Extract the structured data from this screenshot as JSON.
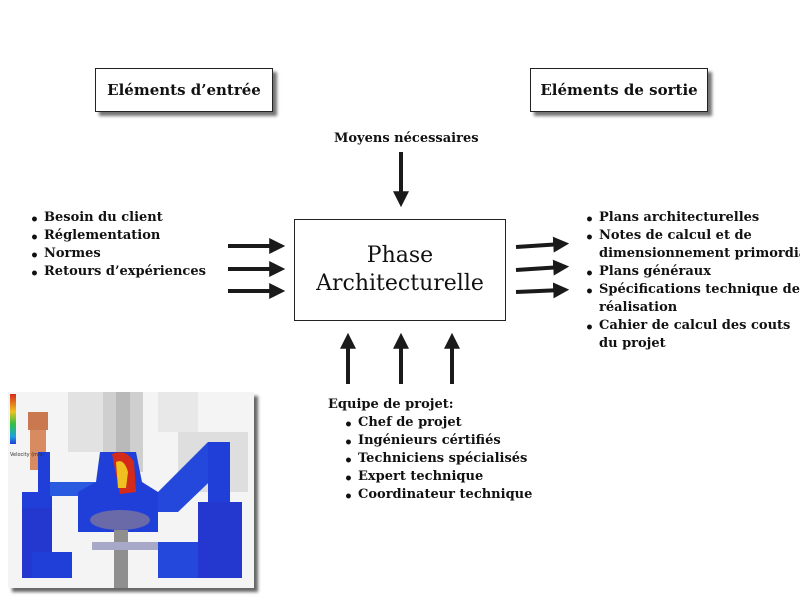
{
  "header": {
    "inputs_title": "Eléments d’entrée",
    "outputs_title": "Eléments de sortie"
  },
  "center": {
    "line1": "Phase",
    "line2": "Architecturelle"
  },
  "means_label": "Moyens nécessaires",
  "inputs": [
    "Besoin du client",
    "Réglementation",
    "Normes",
    "Retours d’expériences"
  ],
  "outputs": [
    {
      "line1": "Plans architecturelles",
      "line2": ""
    },
    {
      "line1": "Notes de calcul et de",
      "line2": "dimensionnement primordiale"
    },
    {
      "line1": "Plans généraux",
      "line2": ""
    },
    {
      "line1": "Spécifications technique de",
      "line2": "réalisation"
    },
    {
      "line1": "Cahier de calcul des couts",
      "line2": "du projet"
    }
  ],
  "team": {
    "title": "Equipe de projet:",
    "members": [
      "Chef de projet",
      "Ingénieurs cértifiés",
      "Techniciens spécialisés",
      "Expert technique",
      "Coordinateur technique"
    ]
  },
  "image": {
    "legend_label": "Velocity (m/s)"
  },
  "colors": {
    "box_border": "#222222",
    "arrow": "#1a1a1a",
    "flow_blue": "#1f3fd8",
    "flow_red": "#d42a1a"
  },
  "icons": {
    "bullet": "bullet-dot",
    "arrow": "arrow-right / arrow-down / arrow-up"
  }
}
